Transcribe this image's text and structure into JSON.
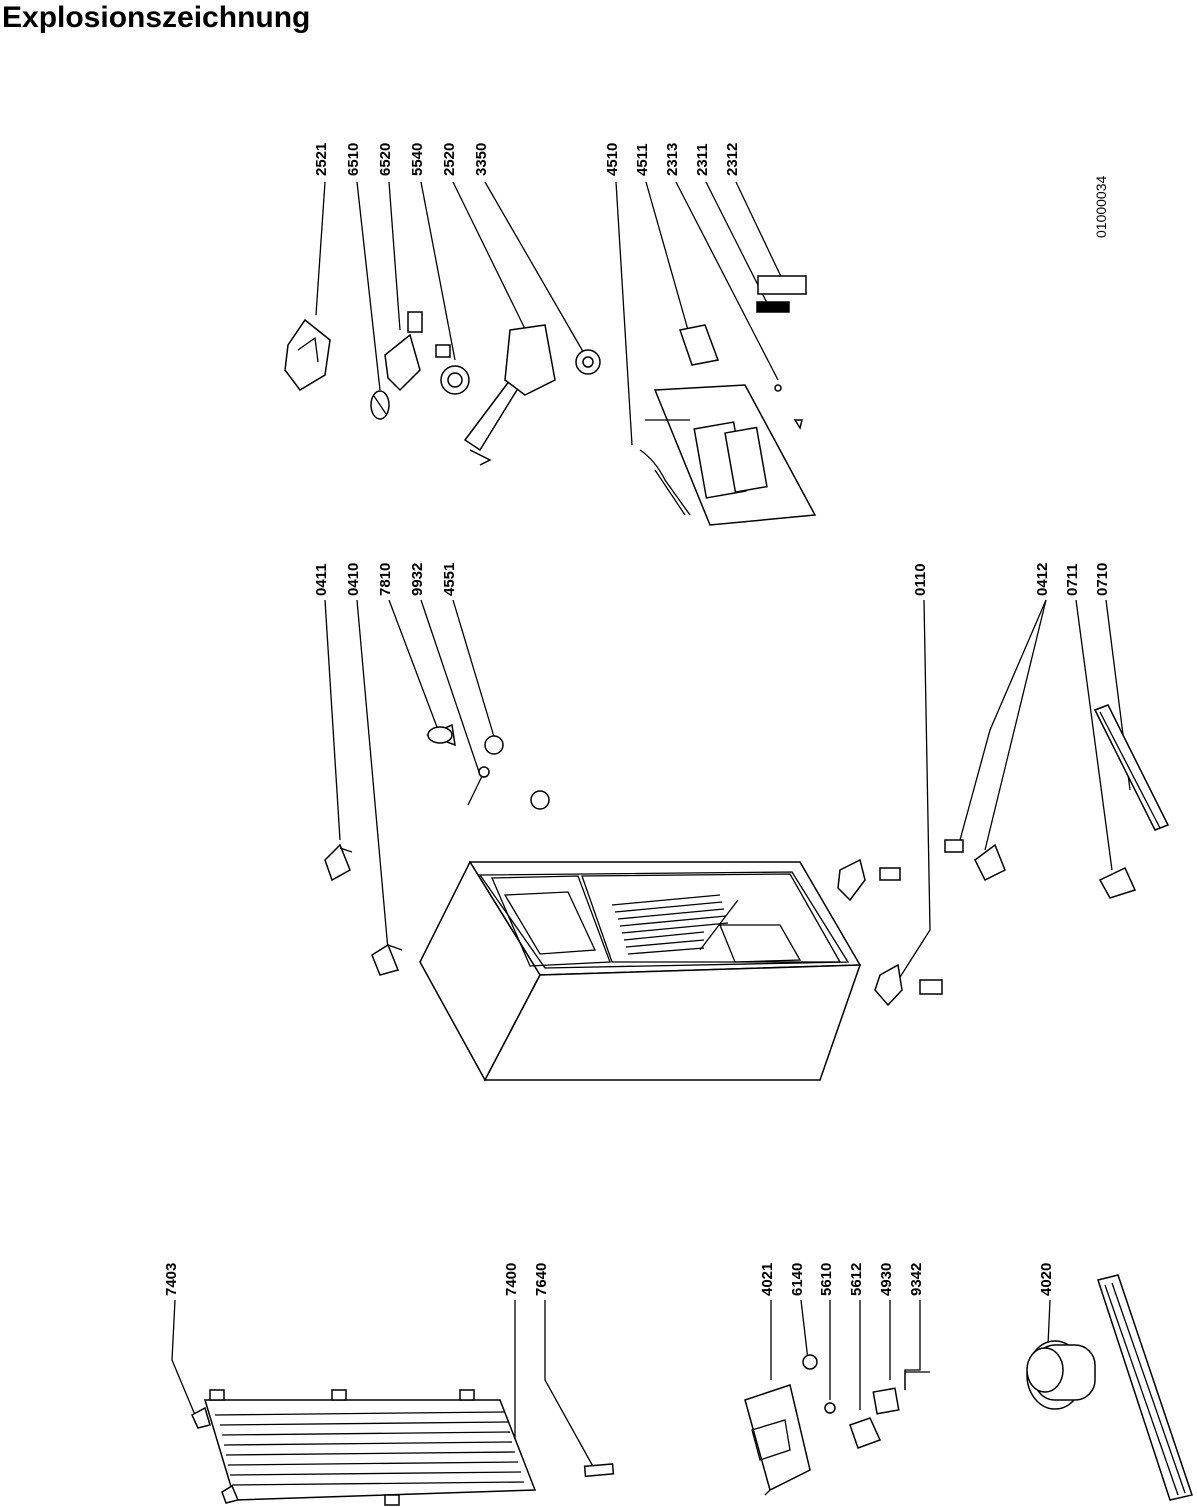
{
  "title": "Explosionszeichnung",
  "drawing_code": "01000034",
  "labels": [
    "2521",
    "6510",
    "6520",
    "5540",
    "2520",
    "3350",
    "4510",
    "4511",
    "2313",
    "2311",
    "2312",
    "0411",
    "0410",
    "7810",
    "9932",
    "4551",
    "0110",
    "0412",
    "0711",
    "0710",
    "7403",
    "7400",
    "7640",
    "4021",
    "6140",
    "5610",
    "5612",
    "4930",
    "9342",
    "4020"
  ],
  "label_text": {
    "2521": "2521",
    "6510": "6510",
    "6520": "6520",
    "5540": "5540",
    "2520": "2520",
    "3350": "3350",
    "4510": "4510",
    "4511": "4511",
    "2313": "2313",
    "2311": "2311",
    "2312": "2312",
    "0411": "0411",
    "0410": "0410",
    "7810": "7810",
    "9932": "9932",
    "4551": "4551",
    "0110": "0110",
    "0412": "0412",
    "0711": "0711",
    "0710": "0710",
    "7403": "7403",
    "7400": "7400",
    "7640": "7640",
    "4021": "4021",
    "6140": "6140",
    "5610": "5610",
    "5612": "5612",
    "4930": "4930",
    "9342": "9342",
    "4020": "4020"
  }
}
